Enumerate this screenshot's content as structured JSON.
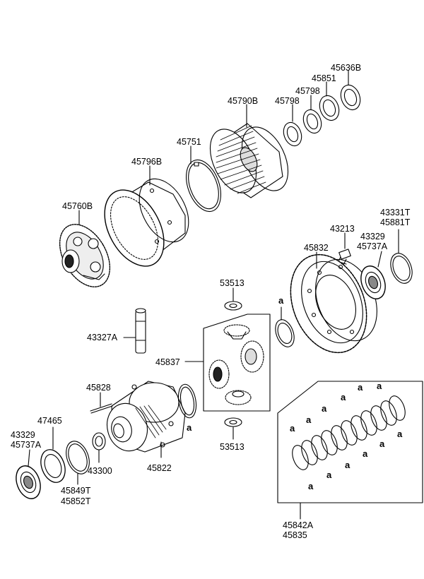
{
  "parts": {
    "p45636B": "45636B",
    "p45851": "45851",
    "p45798a": "45798",
    "p45798b": "45798",
    "p45790B": "45790B",
    "p45751": "45751",
    "p45796B": "45796B",
    "p45760B": "45760B",
    "p43331T": "43331T",
    "p45881T": "45881T",
    "p43213": "43213",
    "p43329_r": "43329",
    "p45737A_r": "45737A",
    "p45832": "45832",
    "p53513_top": "53513",
    "p43327A": "43327A",
    "p45837": "45837",
    "p45828": "45828",
    "p47465": "47465",
    "p43329_l": "43329",
    "p45737A_l": "45737A",
    "p43300": "43300",
    "p45822": "45822",
    "p53513_bot": "53513",
    "p45849T": "45849T",
    "p45852T": "45852T",
    "p45842A": "45842A",
    "p45835": "45835"
  },
  "callout_letter": "a"
}
